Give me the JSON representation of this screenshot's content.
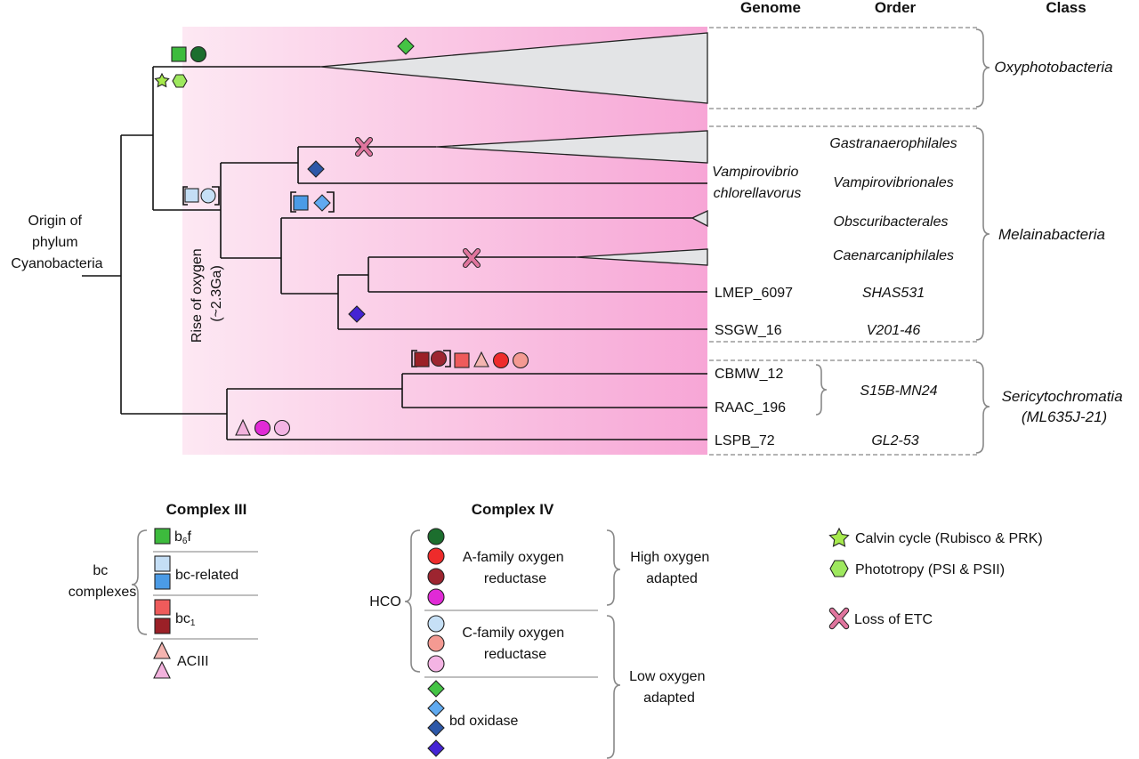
{
  "colors": {
    "b6f": "#3dbb3d",
    "bc_related_light": "#c4def5",
    "bc_related_dark": "#4b9be6",
    "bc1_light": "#ee5b5b",
    "bc1_dark": "#9b2027",
    "aciii_light": "#f4b4b0",
    "aciii_pink": "#f2b2dd",
    "a_family_1": "#1c6e2e",
    "a_family_2": "#ee2b2b",
    "a_family_3": "#9d2530",
    "a_family_4": "#e12ad6",
    "c_family_1": "#c6e0f6",
    "c_family_2": "#f49a92",
    "c_family_3": "#f4b4e4",
    "bd_1": "#44c444",
    "bd_2": "#60aaf0",
    "bd_3": "#2d58a8",
    "bd_4": "#4424d4",
    "calvin_star": "#a6ea4c",
    "phototropy_hex": "#9ee85e",
    "loss_x": "#e0759e",
    "gradient_light": "#fde8f3",
    "gradient_dark": "#f7a6d6",
    "wedge_fill": "#e3e4e6"
  },
  "headers": {
    "genome": "Genome",
    "order": "Order",
    "class": "Class"
  },
  "root_label": [
    "Origin of",
    "phylum",
    "Cyanobacteria"
  ],
  "oxygen_label": [
    "Rise of oxygen",
    "(~2.3Ga)"
  ],
  "genomes": {
    "vampirovibrio": [
      "Vampirovibrio",
      "chlorellavorus"
    ],
    "lmep": "LMEP_6097",
    "ssgw": "SSGW_16",
    "cbmw": "CBMW_12",
    "raac": "RAAC_196",
    "lspb": "LSPB_72"
  },
  "orders": {
    "gastranaerophilales": "Gastranaerophilales",
    "vampirovibrionales": "Vampirovibrionales",
    "obscuribacterales": "Obscuribacterales",
    "caenarcaniphilales": "Caenarcaniphilales",
    "shas531": "SHAS531",
    "v201": "V201-46",
    "s15b": "S15B-MN24",
    "gl2": "GL2-53"
  },
  "classes": {
    "oxyphotobacteria": "Oxyphotobacteria",
    "melainabacteria": "Melainabacteria",
    "sericytochromatia": [
      "Sericytochromatia",
      "(ML635J-21)"
    ]
  },
  "legend": {
    "complex3": {
      "title": "Complex III",
      "group_label": [
        "bc",
        "complexes"
      ],
      "b6f": {
        "main": "b",
        "sub": "6",
        "tail": "f"
      },
      "bc_related": "bc-related",
      "bc1": {
        "main": "bc",
        "sub": "1"
      },
      "aciii": "ACIII"
    },
    "complex4": {
      "title": "Complex IV",
      "hco": "HCO",
      "a_family": [
        "A-family oxygen",
        "reductase"
      ],
      "c_family": [
        "C-family oxygen",
        "reductase"
      ],
      "bd": "bd oxidase",
      "high": [
        "High oxygen",
        "adapted"
      ],
      "low": [
        "Low oxygen",
        "adapted"
      ]
    },
    "events": {
      "calvin": "Calvin cycle (Rubisco & PRK)",
      "phototropy": "Phototropy (PSI & PSII)",
      "loss": "Loss of ETC"
    }
  }
}
